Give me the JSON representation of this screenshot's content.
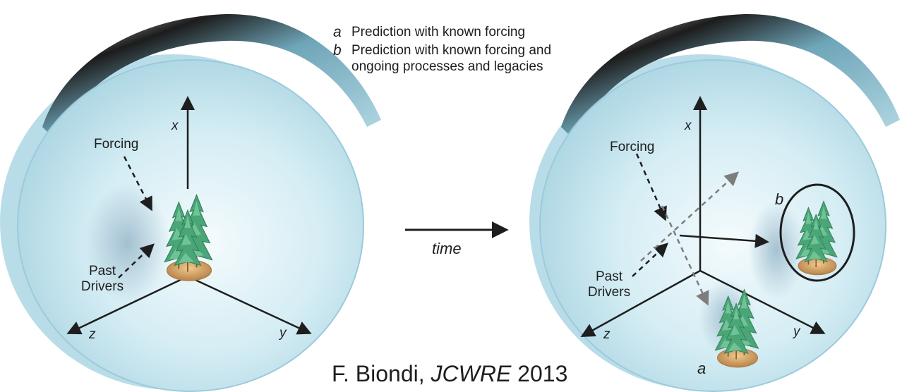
{
  "legend": [
    {
      "key": "a",
      "text": "Prediction with known forcing"
    },
    {
      "key": "b",
      "text": "Prediction with known forcing and",
      "text2": "ongoing processes and legacies"
    }
  ],
  "left_panel": {
    "axes": {
      "x": "x",
      "y": "y",
      "z": "z"
    },
    "forcing": "Forcing",
    "past_drivers_1": "Past",
    "past_drivers_2": "Drivers"
  },
  "right_panel": {
    "axes": {
      "x": "x",
      "y": "y",
      "z": "z"
    },
    "forcing": "Forcing",
    "past_drivers_1": "Past",
    "past_drivers_2": "Drivers",
    "marker_a": "a",
    "marker_b": "b"
  },
  "time_label": "time",
  "citation": {
    "author": "F. Biondi,",
    "journal": "JCWRE",
    "year": "2013"
  },
  "colors": {
    "disc": "#c9e6ef",
    "rim": "#8fbccb",
    "ink": "#1e1e1e",
    "tree": "#3f9a6a",
    "soil": "#d6a764",
    "dashed_gray": "#7d7d7d"
  }
}
